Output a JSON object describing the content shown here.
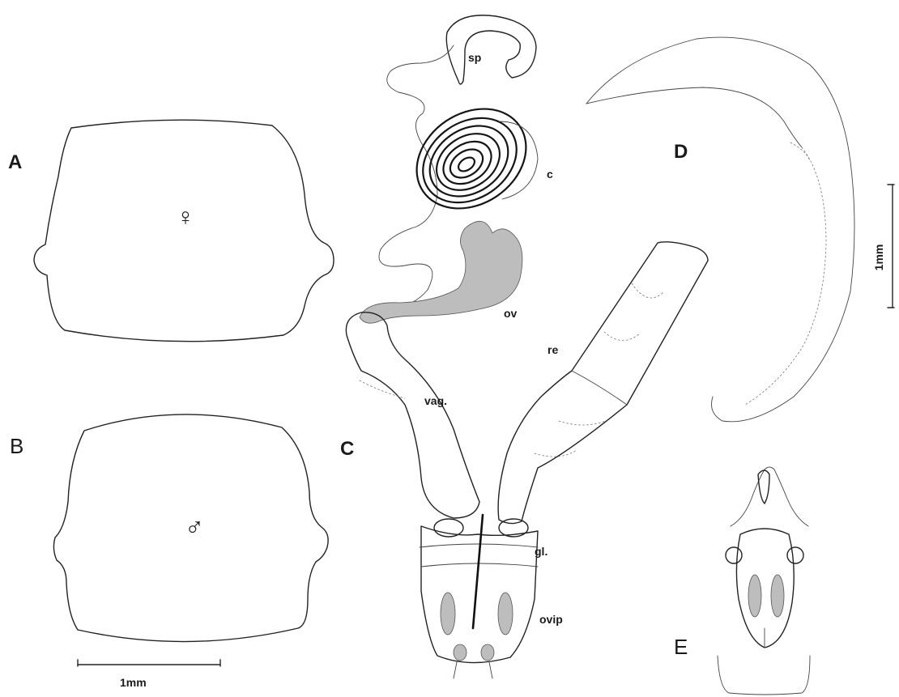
{
  "figure": {
    "panels": {
      "A": "A",
      "B": "B",
      "C": "C",
      "D": "D",
      "E": "E"
    },
    "sex_symbols": {
      "female": "♀",
      "male": "♂"
    },
    "structure_labels": {
      "sp": "sp",
      "c": "c",
      "ov": "ov",
      "re": "re",
      "vag": "vag.",
      "gl": "gl.",
      "ovip": "ovip"
    },
    "scale_bars": {
      "horizontal": "1mm",
      "vertical": "1mm"
    }
  }
}
